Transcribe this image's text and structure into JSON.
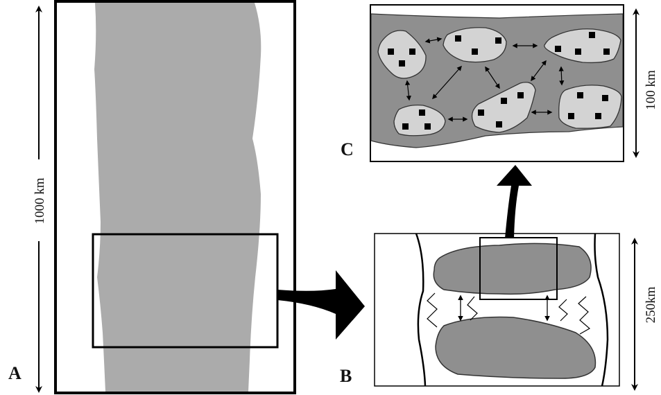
{
  "panels": {
    "a": {
      "label": "A",
      "scale_label": "1000 km"
    },
    "b": {
      "label": "B",
      "scale_label": "250km"
    },
    "c": {
      "label": "C",
      "scale_label": "100 km"
    }
  },
  "colors": {
    "belt_fill": "#ababab",
    "dark_fill": "#8f8f8f",
    "light_fill": "#d3d3d3",
    "ink": "#000000",
    "background": "#ffffff"
  },
  "panel_c": {
    "patch_count": 6,
    "squares_per_patch": [
      3,
      3,
      4,
      3,
      4,
      4
    ]
  }
}
